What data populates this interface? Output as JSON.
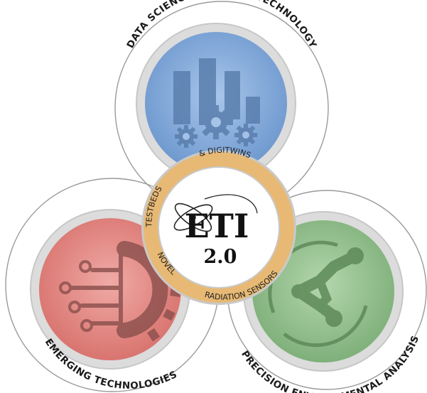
{
  "sections": {
    "top": {
      "label": "DATA SCIENCE & DIGITAL TECHNOLOGY",
      "color": "#7fa7d6",
      "icon": "bar-chart-gears-icon"
    },
    "left": {
      "label": "EMERGING TECHNOLOGIES",
      "color": "#e08a86",
      "icon": "circuit-gear-icon"
    },
    "right": {
      "label": "PRECISION ENVIRONMENTAL ANALYSIS",
      "color": "#93c08f",
      "icon": "molecule-network-icon"
    }
  },
  "center_ring": {
    "color": "#e7b974",
    "top_text": "& DIGITWINS",
    "left_text": "TESTBEDS",
    "lower_left_text": "NOVEL",
    "bottom_text": "RADIATION SENSORS"
  },
  "logo": {
    "title": "ETI",
    "version": "2.0",
    "icon": "atom-orbit-icon"
  }
}
